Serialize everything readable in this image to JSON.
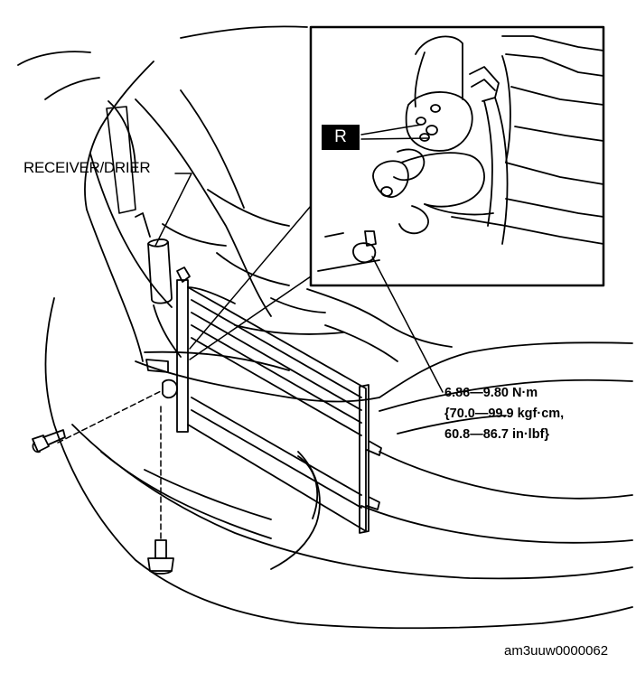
{
  "labels": {
    "receiver_drier": "RECEIVER/DRIER",
    "reuse_symbol": "R",
    "torque_line1": "6.86—9.80 N·m",
    "torque_line2": "{70.0—99.9 kgf·cm,",
    "torque_line3": "60.8—86.7 in·lbf}",
    "figure_id": "am3uuw0000062"
  },
  "colors": {
    "line": "#000000",
    "background": "#ffffff",
    "badge": "#000000"
  }
}
